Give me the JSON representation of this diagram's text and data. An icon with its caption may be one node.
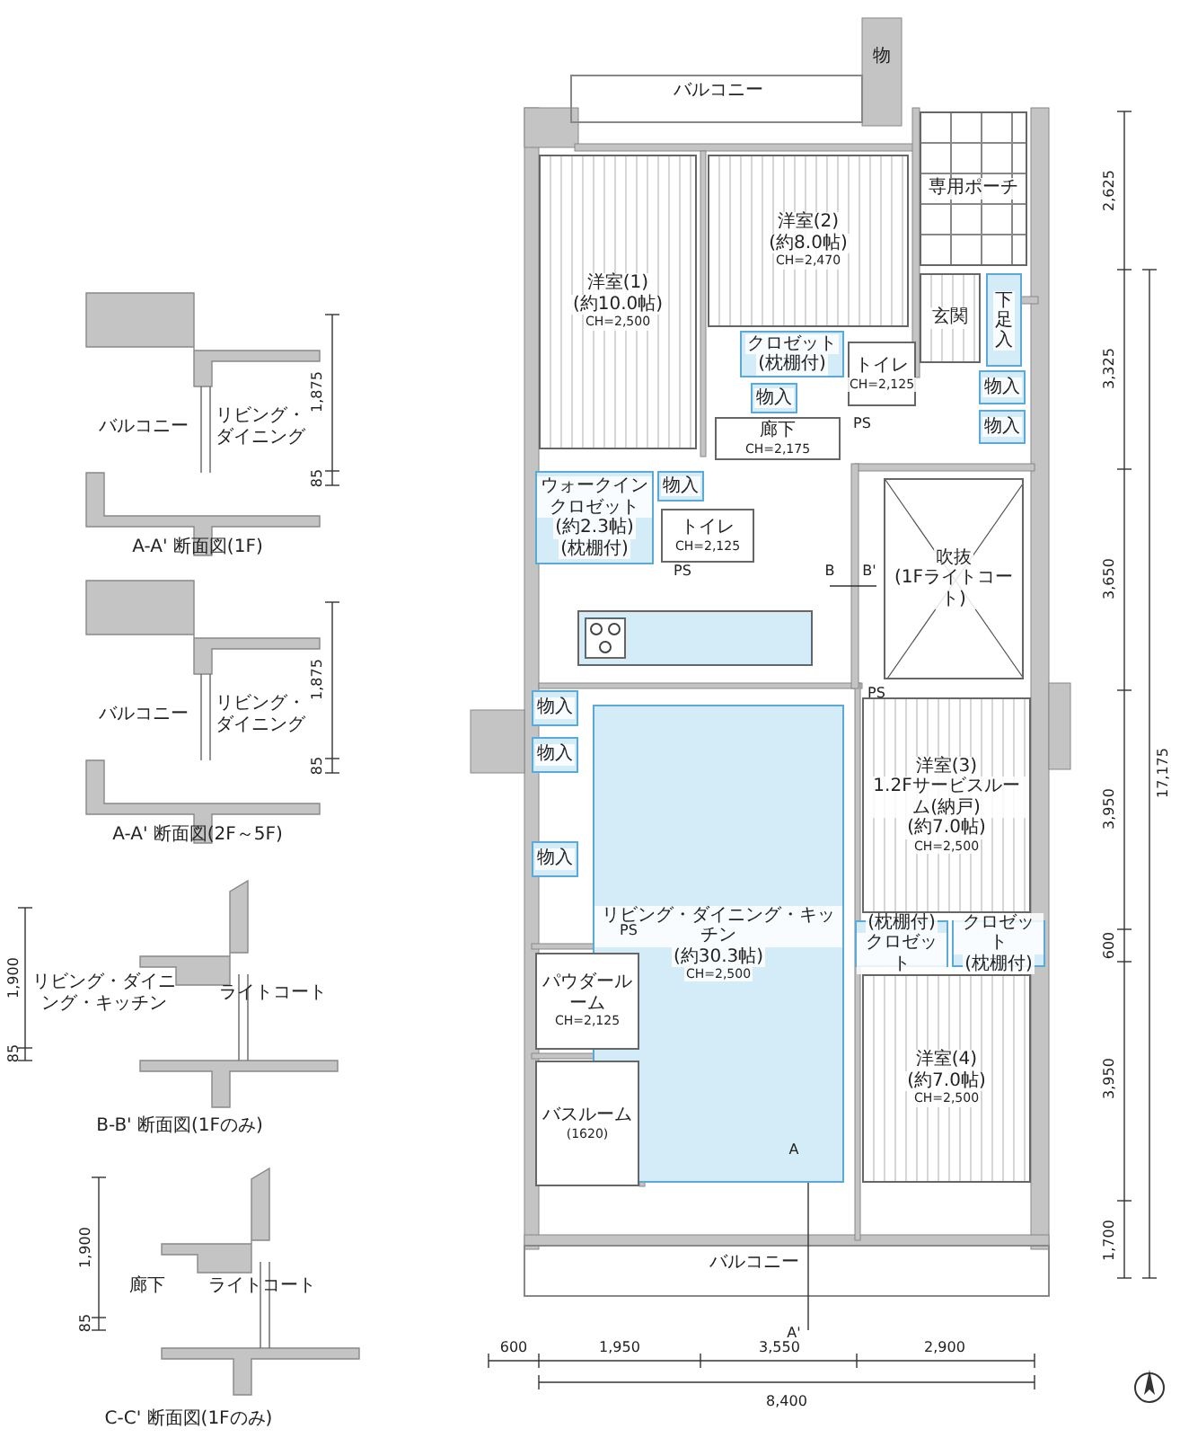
{
  "diagram": {
    "nodes": [
      {
        "text": [
          "洋室(1)",
          "(約10.0帖)",
          "CH=2,500"
        ]
      },
      {
        "text": [
          "洋室(2)",
          "(約8.0帖)",
          "CH=2,470"
        ]
      },
      {
        "text": [
          "専用ポーチ"
        ]
      },
      {
        "text": [
          "玄関"
        ]
      },
      {
        "text": [
          "下足入"
        ]
      },
      {
        "text": [
          "物入"
        ]
      },
      {
        "text": [
          "物入"
        ]
      },
      {
        "text": [
          "クロゼット",
          "(枕棚付)"
        ]
      },
      {
        "text": [
          "物入"
        ]
      },
      {
        "text": [
          "トイレ",
          "CH=2,125"
        ]
      },
      {
        "text": [
          "廊下",
          "CH=2,175"
        ]
      },
      {
        "text": [
          "ウォークインクロゼット",
          "(約2.3帖)",
          "(枕棚付)"
        ]
      },
      {
        "text": [
          "物入"
        ]
      },
      {
        "text": [
          "トイレ",
          "CH=2,125"
        ]
      },
      {
        "text": [
          "吹抜",
          "(1Fライトコート)"
        ]
      },
      {
        "text": [
          "物入"
        ]
      },
      {
        "text": [
          "物入"
        ]
      },
      {
        "text": [
          "物入"
        ]
      },
      {
        "text": [
          "リビング・ダイニング・キッチン",
          "(約30.3帖)",
          "CH=2,500"
        ]
      },
      {
        "text": [
          "洋室(3)",
          "1.2Fサービスルーム(納戸)",
          "(約7.0帖)",
          "CH=2,500"
        ]
      },
      {
        "text": [
          "(枕棚付)",
          "クロゼット"
        ]
      },
      {
        "text": [
          "クロゼット",
          "(枕棚付)"
        ]
      },
      {
        "text": [
          "パウダールーム",
          "CH=2,125"
        ]
      },
      {
        "text": [
          "バスルーム",
          "(1620)"
        ]
      },
      {
        "text": [
          "洋室(4)",
          "(約7.0帖)",
          "CH=2,500"
        ]
      }
    ],
    "labels": [
      "バルコニー",
      "リビング・ダイニング",
      "1,875",
      "85",
      "A-A' 断面図(1F)",
      "バルコニー",
      "リビング・ダイニング",
      "1,875",
      "85",
      "A-A' 断面図(2F～5F)",
      "1,900",
      "85",
      "リビング・ダイニング・キッチン",
      "ライトコート",
      "B-B' 断面図(1Fのみ)",
      "1,900",
      "85",
      "廊下",
      "ライトコート",
      "C-C' 断面図(1Fのみ)",
      "物",
      "バルコニー",
      "PS",
      "PS",
      "PS",
      "PS",
      "B",
      "B'",
      "A",
      "A'",
      "バルコニー",
      "2,625",
      "3,325",
      "3,650",
      "3,950",
      "600",
      "3,950",
      "1,700",
      "17,175",
      "600",
      "1,950",
      "3,550",
      "2,900",
      "8,400"
    ]
  }
}
